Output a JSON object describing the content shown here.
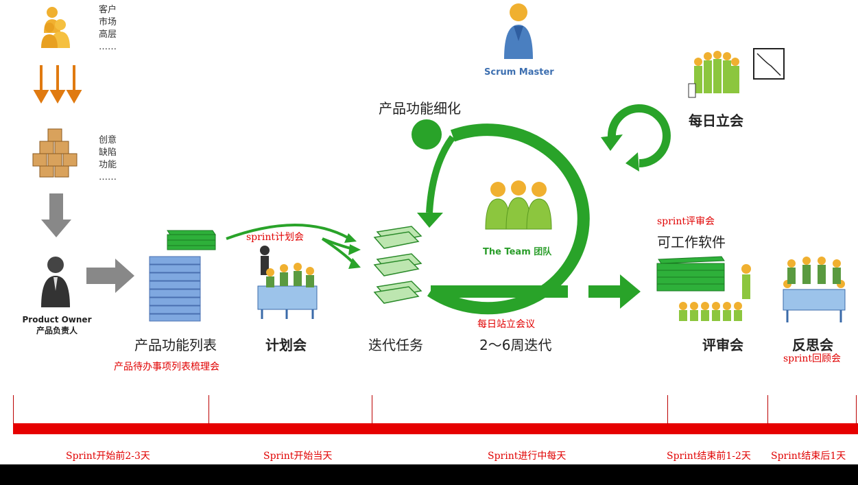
{
  "stakeholders": {
    "lines": [
      "客户",
      "市场",
      "高层",
      "……"
    ]
  },
  "ideas": {
    "lines": [
      "创意",
      "缺陷",
      "功能",
      "……"
    ]
  },
  "product_owner": {
    "en": "Product Owner",
    "cn": "产品负责人"
  },
  "backlog": {
    "label": "产品功能列表",
    "note": "产品待办事项列表梳理会"
  },
  "planning": {
    "label": "计划会",
    "note": "sprint计划会"
  },
  "tasks": {
    "label": "迭代任务"
  },
  "refine": {
    "label": "产品功能细化"
  },
  "scrum_master": {
    "label": "Scrum Master"
  },
  "team": {
    "label": "The Team 团队"
  },
  "daily": {
    "label": "每日立会"
  },
  "iteration": {
    "label": "2～6周迭代",
    "note": "每日站立会议"
  },
  "review": {
    "label": "评审会",
    "note": "sprint评审会",
    "software": "可工作软件"
  },
  "retro": {
    "label": "反思会",
    "note": "sprint回顾会"
  },
  "timeline": {
    "segments": [
      "Sprint开始前2-3天",
      "Sprint开始当天",
      "Sprint进行中每天",
      "Sprint结束前1-2天",
      "Sprint结束后1天"
    ]
  },
  "colors": {
    "green": "#29a329",
    "red": "#e60000",
    "orange": "#e07a10",
    "blue": "#4a7fc0"
  }
}
